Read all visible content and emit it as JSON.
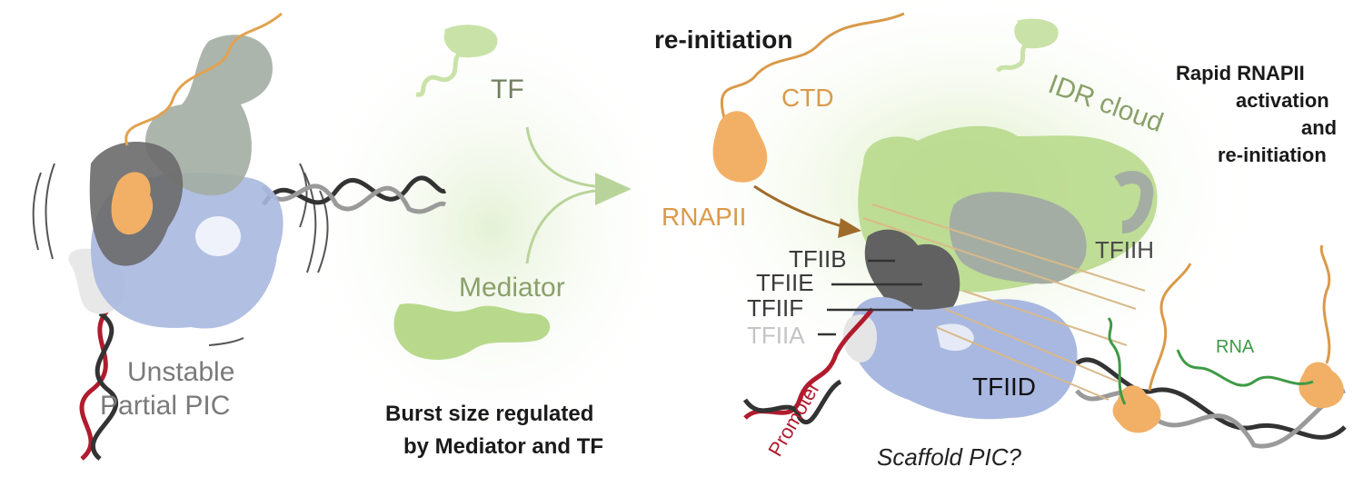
{
  "left": {
    "label_line1": "Unstable",
    "label_line2": "Partial PIC"
  },
  "middle": {
    "tf_label": "TF",
    "mediator_label": "Mediator",
    "caption_line1": "Burst size regulated",
    "caption_line2": "by Mediator and TF"
  },
  "right": {
    "reinitiation_title": "re-initiation",
    "ctd_label": "CTD",
    "idr_label": "IDR cloud",
    "rnapii_label": "RNAPII",
    "tfiib_label": "TFIIB",
    "tfiie_label": "TFIIE",
    "tfiif_label": "TFIIF",
    "tfiia_label": "TFIIA",
    "tfiih_label": "TFIIH",
    "tfiid_label": "TFIID",
    "promoter_label": "Promoter",
    "rna_label": "RNA",
    "scaffold_label": "Scaffold PIC?",
    "note_line1": "Rapid RNAPII",
    "note_line2": "activation",
    "note_line3": "and",
    "note_line4": "re-initiation"
  },
  "colors": {
    "rnapii_orange": "#f2b066",
    "ctd_orange": "#d99a4a",
    "mediator_green": "#b8d98c",
    "tf_green": "#c9e2a8",
    "tfiid_blue": "#a9b8e0",
    "tfiih_gray": "#a3ada3",
    "dark_gray": "#5a5a5a",
    "dna_red": "#b01c2e",
    "rna_green": "#3f9a46",
    "label_green": "#8aa06a"
  }
}
